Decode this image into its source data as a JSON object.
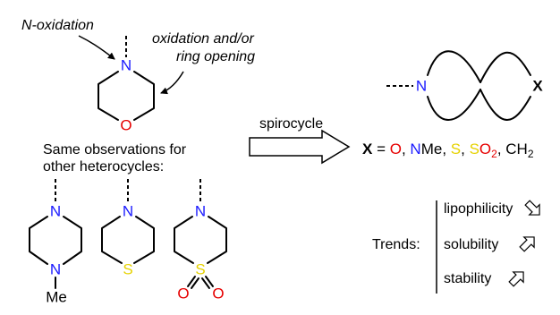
{
  "annotations": {
    "n_oxidation": "N-oxidation",
    "oxidation_line1": "oxidation and/or",
    "oxidation_line2": "ring opening"
  },
  "observations": {
    "line1": "Same observations for",
    "line2": "other heterocycles:"
  },
  "atoms": {
    "morpholine_n": "N",
    "morpholine_o": "O",
    "piperazine_n_top": "N",
    "piperazine_n_bottom": "N",
    "piperazine_me": "Me",
    "thiomorpholine_n": "N",
    "thiomorpholine_s": "S",
    "sulfone_n": "N",
    "sulfone_s": "S",
    "sulfone_o_left": "O",
    "sulfone_o_right": "O",
    "spiro_n": "N",
    "spiro_x": "X"
  },
  "reaction": {
    "arrow_label": "spirocycle"
  },
  "x_definition": {
    "x": "X",
    "equals": " = ",
    "o": "O",
    "sep1": ", ",
    "nme_n": "N",
    "nme_me": "Me",
    "sep2": ", ",
    "s": "S",
    "sep3": ", ",
    "so2_s": "S",
    "so2_o": "O",
    "so2_sub": "2",
    "sep4": ", ",
    "ch2": "CH",
    "ch2_sub": "2"
  },
  "trends": {
    "label": "Trends:",
    "items": [
      {
        "name": "lipophilicity",
        "direction": "down"
      },
      {
        "name": "solubility",
        "direction": "up"
      },
      {
        "name": "stability",
        "direction": "up"
      }
    ]
  },
  "colors": {
    "nitrogen": "#1a1aff",
    "oxygen": "#e60000",
    "sulfur": "#e6d200",
    "text": "#000000"
  }
}
